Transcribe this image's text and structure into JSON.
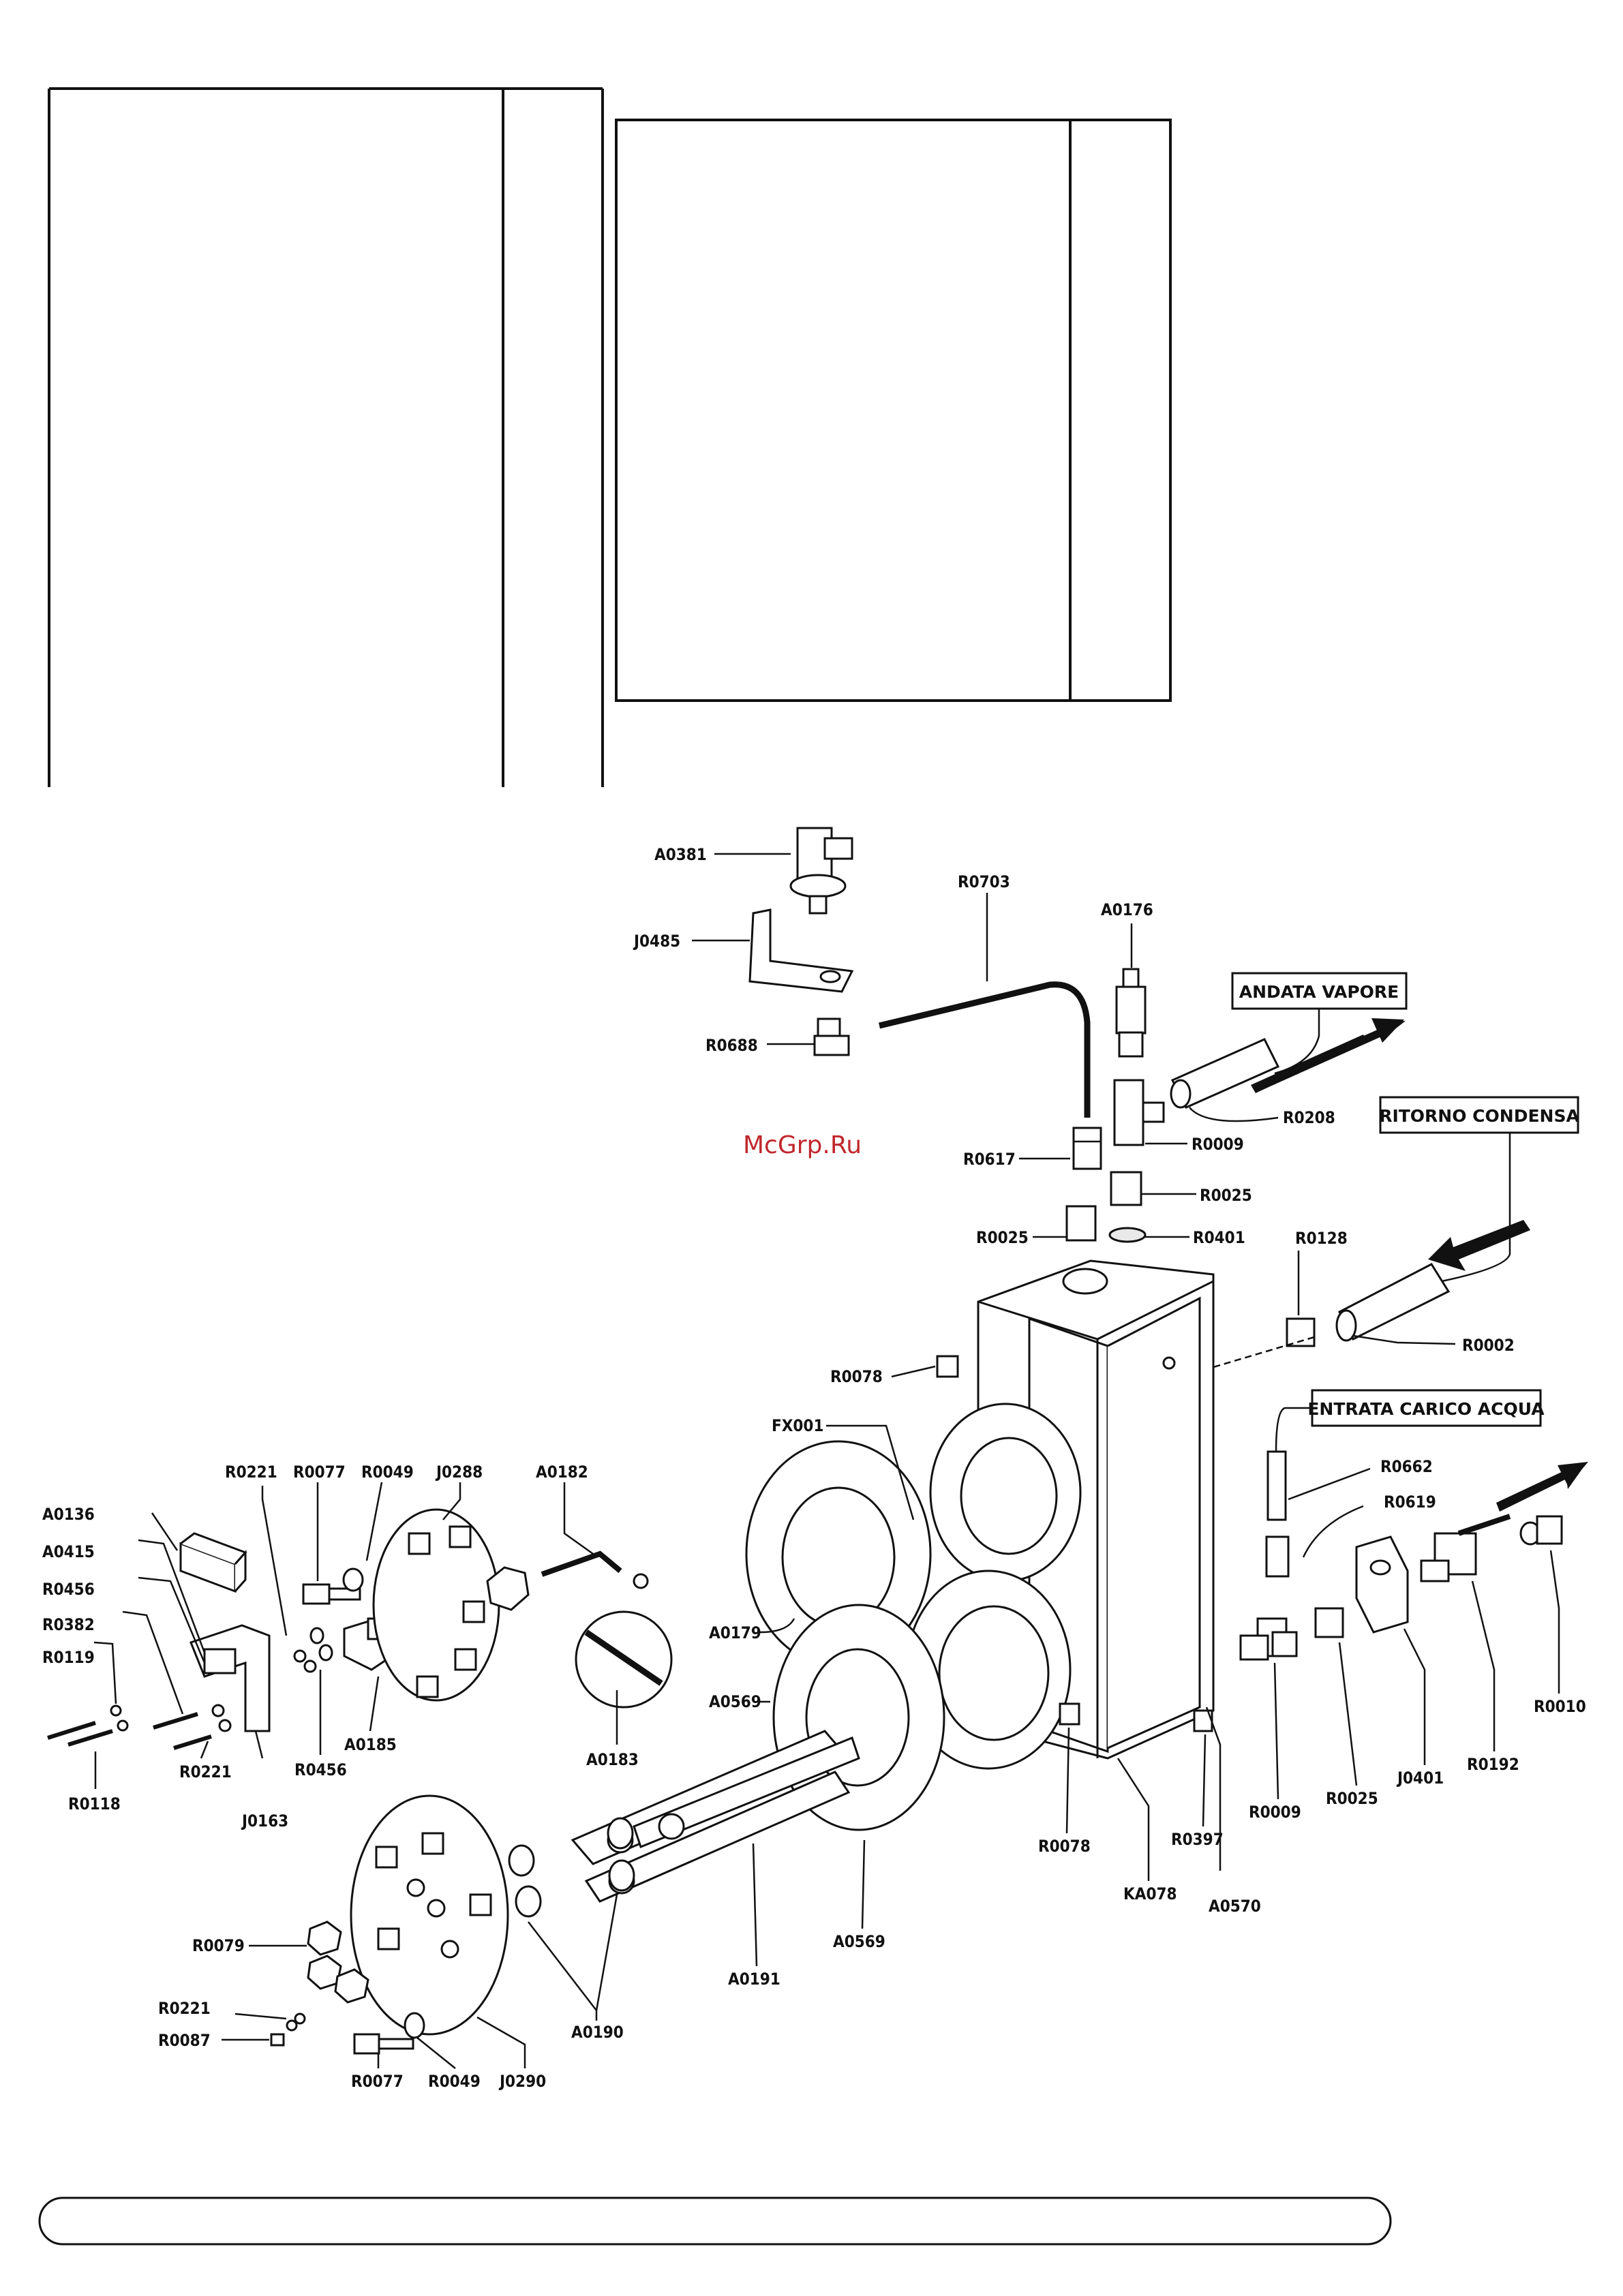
{
  "watermark": "McGrp.Ru",
  "flow_labels": {
    "andata_vapore": "ANDATA VAPORE",
    "ritorno_condensa": "RITORNO CONDENSA",
    "entrata_carico_acqua": "ENTRATA CARICO ACQUA"
  },
  "parts": {
    "a0381": "A0381",
    "j0485": "J0485",
    "r0688": "R0688",
    "r0703": "R0703",
    "a0176": "A0176",
    "r0208": "R0208",
    "r0009_top": "R0009",
    "r0617": "R0617",
    "r0025_top": "R0025",
    "r0025_left": "R0025",
    "r0401": "R0401",
    "r0128": "R0128",
    "r0002": "R0002",
    "r0078_top": "R0078",
    "fx001": "FX001",
    "r0662": "R0662",
    "r0619": "R0619",
    "a0136": "A0136",
    "a0415": "A0415",
    "r0456_left": "R0456",
    "r0382": "R0382",
    "r0119": "R0119",
    "r0118": "R0118",
    "r0221_top": "R0221",
    "r0077_top": "R0077",
    "r0049_top": "R0049",
    "j0288": "J0288",
    "a0182": "A0182",
    "a0179": "A0179",
    "a0569_left": "A0569",
    "r0221_mid": "R0221",
    "j0163": "J0163",
    "r0456_bottom": "R0456",
    "a0185": "A0185",
    "a0183": "A0183",
    "r0010": "R0010",
    "r0192": "R0192",
    "j0401": "J0401",
    "r0025_bottom": "R0025",
    "r0009_bottom": "R0009",
    "a0570": "A0570",
    "r0397": "R0397",
    "ka078": "KA078",
    "r0078_bottom": "R0078",
    "a0569_bottom": "A0569",
    "a0191": "A0191",
    "a0190": "A0190",
    "r0079": "R0079",
    "r0221_bottom": "R0221",
    "r0087": "R0087",
    "r0077_bottom": "R0077",
    "r0049_bottom": "R0049",
    "j0290": "J0290"
  }
}
